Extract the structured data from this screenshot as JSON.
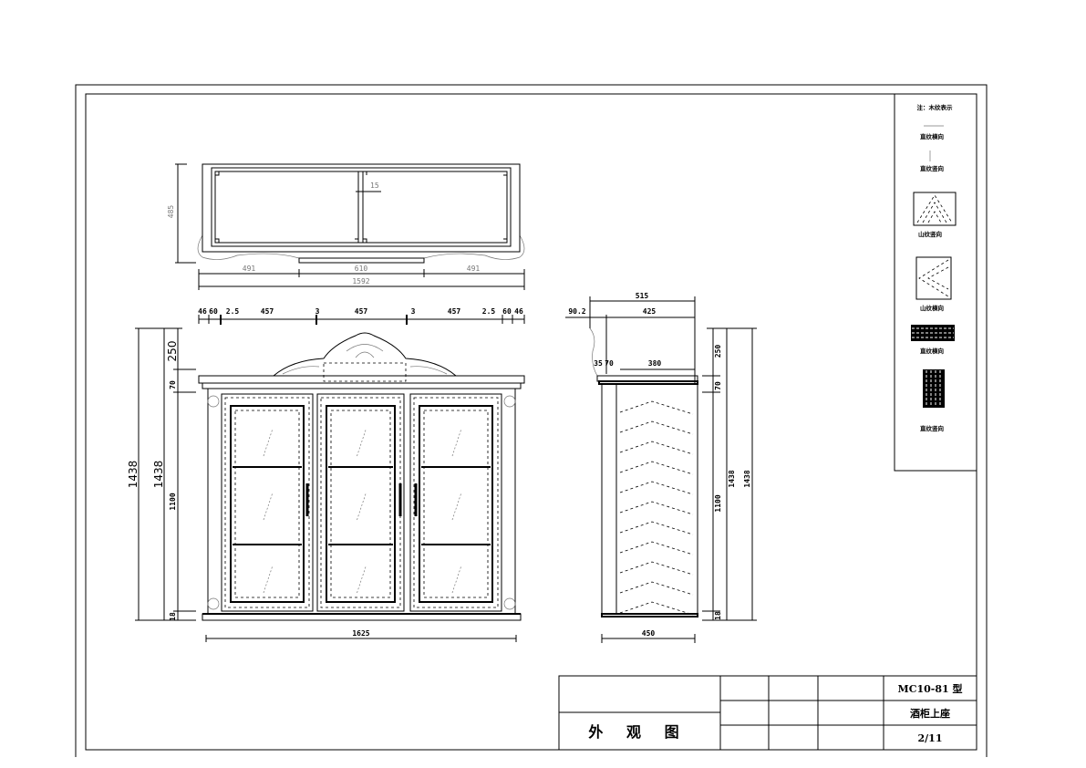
{
  "legend": {
    "title": "注：木纹表示",
    "items": [
      "直纹横向",
      "直纹竖向",
      "山纹竖向",
      "山纹横向",
      "直纹横向",
      "直纹竖向"
    ]
  },
  "title_block": {
    "drawing_name": "外 观 图",
    "model": "MC10-81 型",
    "part": "酒柜上座",
    "sheet": "2/11"
  },
  "top_view": {
    "depth": "485",
    "divider": "15",
    "segments": [
      "491",
      "610",
      "491"
    ],
    "total": "1592"
  },
  "front_view": {
    "top_dims": [
      "46",
      "60",
      "2.5",
      "457",
      "3",
      "457",
      "3",
      "457",
      "2.5",
      "60",
      "46"
    ],
    "height_total_outer": "1438",
    "height_total_inner": "1438",
    "height_segments": [
      "250",
      "70",
      "1100",
      "18"
    ],
    "width": "1625"
  },
  "side_view": {
    "overall_depth": "515",
    "offset": "90.2",
    "top_depth": "425",
    "small_a": "35",
    "small_b": "70",
    "body_depth": "380",
    "height_segments": [
      "250",
      "70",
      "1100",
      "18"
    ],
    "height_total_a": "1438",
    "height_total_b": "1438",
    "width": "450"
  }
}
